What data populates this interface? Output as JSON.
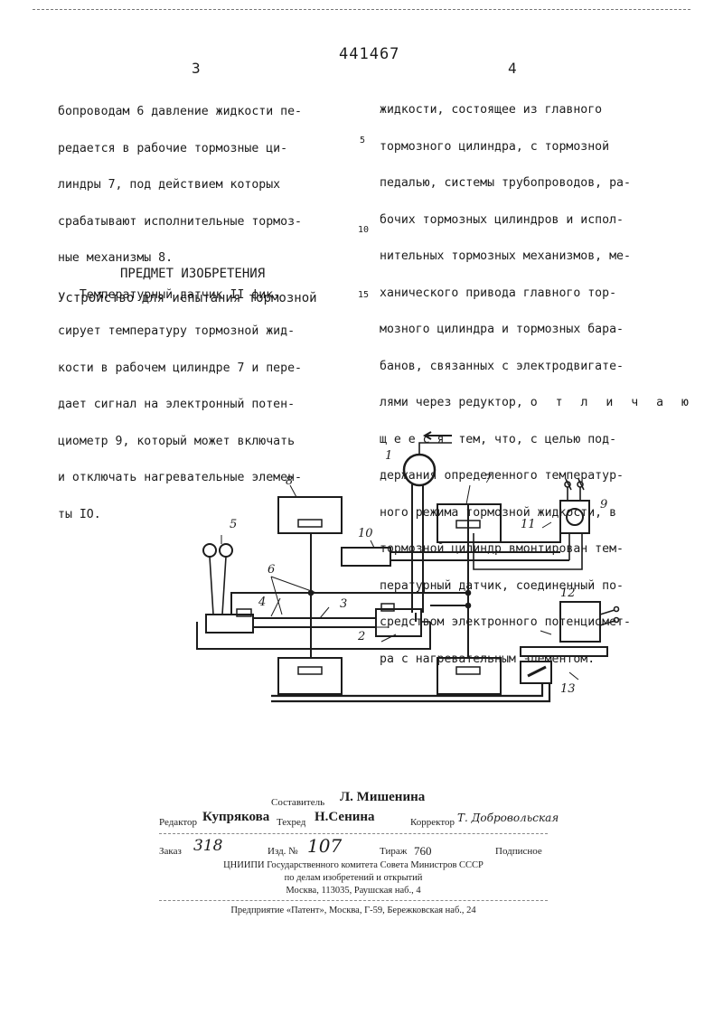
{
  "header": {
    "patent_number": "441467",
    "page_left": "3",
    "page_right": "4"
  },
  "left_column": {
    "lines": [
      "бопроводам 6 давление жидкости пе-",
      "редается в рабочие тормозные ци-",
      "линдры 7, под действием которых",
      "срабатывают исполнительные тормоз-",
      "ные механизмы 8.",
      "   Температурный датчик II фик-",
      "сирует температуру тормозной жид-",
      "кости в рабочем цилиндре 7 и пере-",
      "дает сигнал на электронный потен-",
      "циометр 9, который может включать",
      "и отключать нагревательные элемен-",
      "ты IO."
    ],
    "section_title": "ПРЕДМЕТ ИЗОБРЕТЕНИЯ",
    "claim_start": "Устройство для испытания тормозной"
  },
  "right_column": {
    "lines": [
      "жидкости, состоящее из главного",
      "тормозного цилиндра, с тормозной",
      "педалью, системы трубопроводов, ра-",
      "бочих тормозных цилиндров и испол-",
      "нительных тормозных механизмов, ме-",
      "ханического привода главного тор-",
      "мозного цилиндра и тормозных бара-",
      "банов, связанных с электродвигате-",
      "лями через редуктор,",
      "щ е е с я  тем, что, с целью под-",
      "держания определенного температур-",
      "ного режима тормозной жидкости, в",
      "тормозной цилиндр вмонтирован тем-",
      "пературный датчик, соединенный по-",
      "средством электронного потенциомет-",
      "ра с нагревательным элементом."
    ],
    "spaced_word": "о т л и ч а ю"
  },
  "line_numbers": {
    "n5": "5",
    "n10": "10",
    "n15": "15"
  },
  "diagram": {
    "labels": [
      "1",
      "2",
      "3",
      "4",
      "5",
      "6",
      "7",
      "8",
      "9",
      "10",
      "11",
      "12",
      "13"
    ]
  },
  "credits": {
    "compiler_label": "Составитель",
    "compiler_name": "Л. Мишенина",
    "editor_label": "Редактор",
    "editor_name": "Купрякова",
    "techred_label": "Техред",
    "techred_name": "Н.Сенина",
    "corrector_label": "Корректор",
    "corrector_name": "Т. Добровольская",
    "order_label": "Заказ",
    "order_value": "318",
    "issue_label": "Изд. №",
    "issue_value": "107",
    "tirage_label": "Тираж",
    "tirage_value": "760",
    "subscription": "Подписное",
    "org_line1": "ЦНИИПИ Государственного комитета Совета Министров СССР",
    "org_line2": "по делам изобретений и открытий",
    "org_line3": "Москва, 113035, Раушская наб., 4",
    "printer": "Предприятие «Патент», Москва, Г-59, Бережковская наб., 24"
  }
}
